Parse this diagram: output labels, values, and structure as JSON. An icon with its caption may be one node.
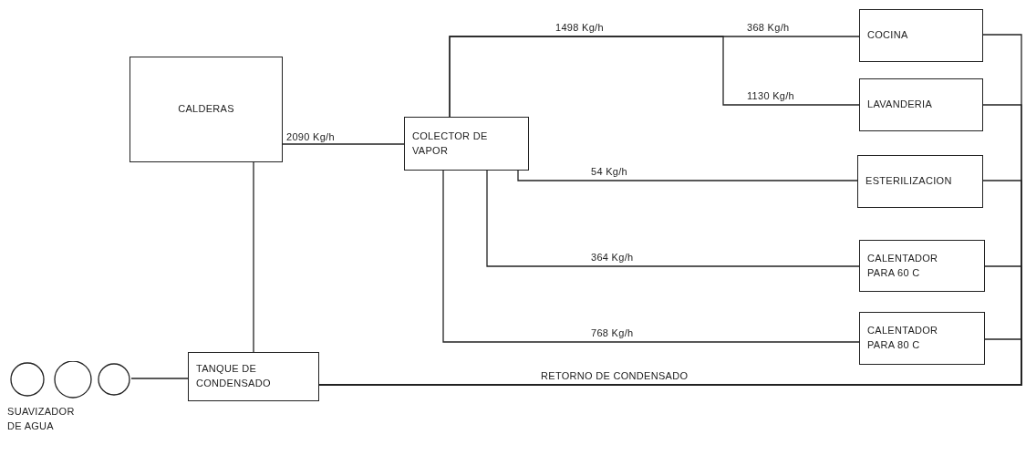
{
  "diagram": {
    "nodes": [
      {
        "text": [
          "CALDERAS"
        ]
      },
      {
        "text": [
          "COLECTOR DE VAPOR"
        ]
      },
      {
        "text": [
          "COCINA"
        ]
      },
      {
        "text": [
          "LAVANDERIA"
        ]
      },
      {
        "text": [
          "ESTERILIZACION"
        ]
      },
      {
        "text": [
          "CALENTADOR PARA 60 C"
        ]
      },
      {
        "text": [
          "CALENTADOR PARA 80 C"
        ]
      },
      {
        "text": [
          "TANQUE DE CONDENSADO"
        ]
      },
      {
        "text": [
          "SUAVIZADOR DE AGUA"
        ]
      }
    ],
    "edges": [
      {
        "from": 0,
        "to": 1,
        "arrow": "none",
        "label": "2090 Kg/h"
      },
      {
        "from": 1,
        "to": 2,
        "arrow": "none",
        "label": "368 Kg/h"
      },
      {
        "from": 1,
        "to": 3,
        "arrow": "none",
        "label": "1130 Kg/h"
      },
      {
        "from": 1,
        "to": 4,
        "arrow": "none",
        "label": "54 Kg/h"
      },
      {
        "from": 1,
        "to": 5,
        "arrow": "none",
        "label": "364 Kg/h"
      },
      {
        "from": 1,
        "to": 6,
        "arrow": "none",
        "label": "768 Kg/h"
      },
      {
        "from": 0,
        "to": 7,
        "arrow": "none"
      },
      {
        "from": 8,
        "to": 7,
        "arrow": "none"
      },
      {
        "from": 2,
        "to": 7,
        "arrow": "none"
      },
      {
        "from": 3,
        "to": 7,
        "arrow": "none"
      },
      {
        "from": 4,
        "to": 7,
        "arrow": "none"
      },
      {
        "from": 5,
        "to": 7,
        "arrow": "none"
      },
      {
        "from": 6,
        "to": 7,
        "arrow": "none"
      }
    ],
    "labels": [
      "1498 Kg/h",
      "RETORNO DE CONDENSADO"
    ]
  }
}
